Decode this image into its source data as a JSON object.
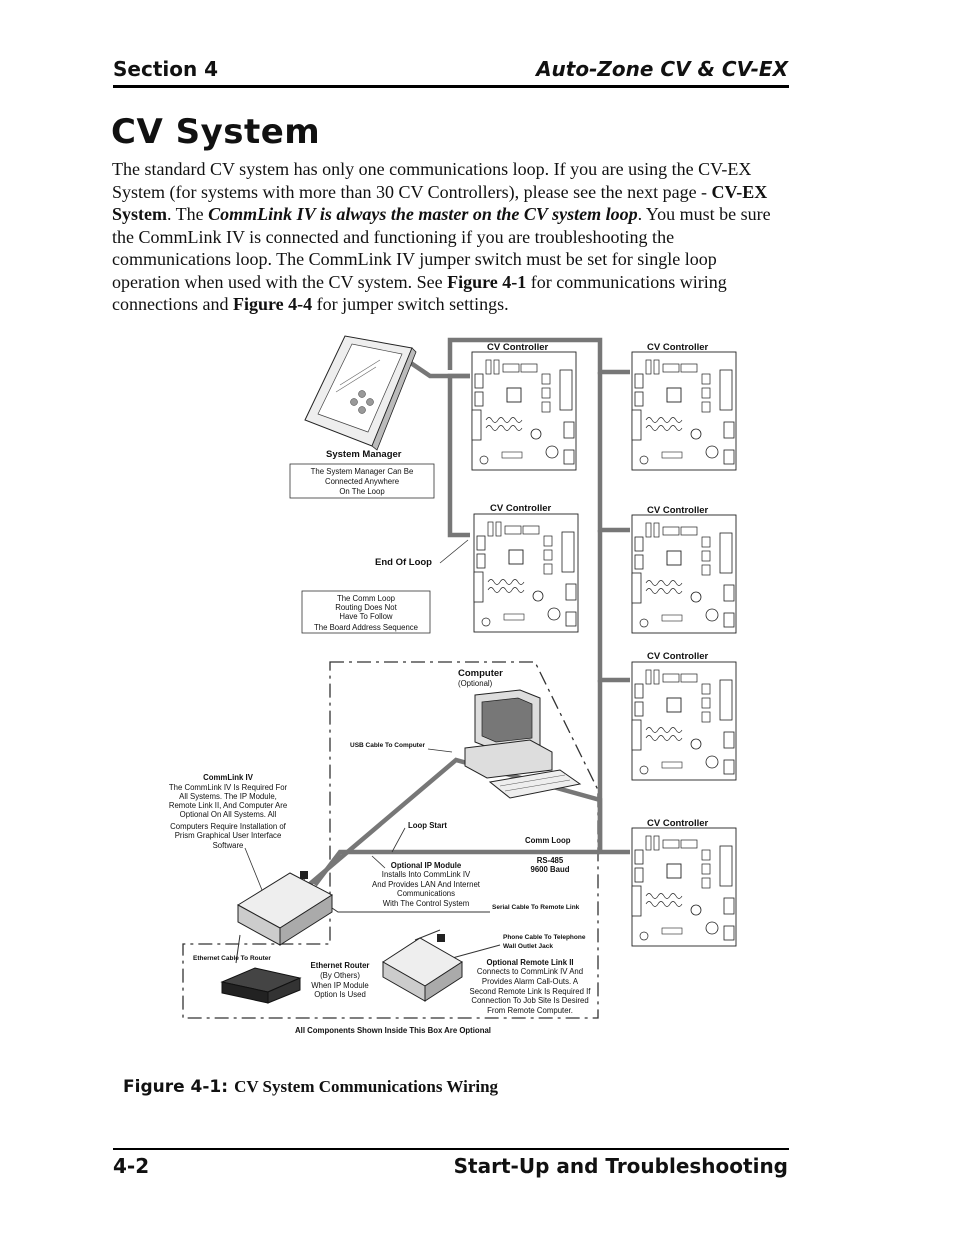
{
  "header": {
    "section": "Section 4",
    "product": "Auto-Zone CV & CV-EX"
  },
  "title": "CV System",
  "paragraph": {
    "p1": "The standard CV system has only one communications loop. If you are using the CV-EX System (for systems with more than 30 CV Controllers), please see the next page - ",
    "b1": "CV-EX System",
    "p2": ". The ",
    "bi1": "CommLink IV is always the master on the CV system loop",
    "p3": ". You must be sure the CommLink IV is connected and functioning if you are troubleshooting the communications loop. The CommLink IV jumper switch must be set for single loop operation when used with the CV system. See ",
    "b2": "Figure 4-1",
    "p4": " for communications wiring connections and ",
    "b3": "Figure 4-4",
    "p5": " for jumper switch settings."
  },
  "diagram": {
    "controllers": [
      "CV Controller",
      "CV Controller",
      "CV Controller",
      "CV Controller",
      "CV Controller",
      "CV Controller"
    ],
    "system_manager": "System Manager",
    "system_manager_note": [
      "The System Manager Can Be",
      "Connected Anywhere",
      "On The Loop"
    ],
    "end_of_loop": "End Of Loop",
    "routing_note": [
      "The Comm Loop",
      "Routing Does Not",
      "Have To Follow",
      "The Board Address Sequence"
    ],
    "computer": "Computer",
    "computer_optional": "(Optional)",
    "usb_cable": "USB Cable To Computer",
    "commlink_title": "CommLink IV",
    "commlink_desc": [
      "The CommLink IV Is Required For",
      "All Systems. The IP Module,",
      "Remote Link II, And Computer Are",
      "Optional On All Systems. All",
      "Computers Require Installation of",
      "Prism Graphical User Interface",
      "Software"
    ],
    "loop_start": "Loop Start",
    "comm_loop": "Comm Loop",
    "rs485": [
      "RS-485",
      "9600 Baud"
    ],
    "ip_module_title": "Optional IP Module",
    "ip_module_desc": [
      "Installs Into CommLink IV",
      "And Provides LAN And Internet",
      "Communications",
      "With The Control System"
    ],
    "serial_cable": "Serial Cable To Remote Link",
    "phone_cable": [
      "Phone Cable To Telephone",
      "Wall Outlet Jack"
    ],
    "ethernet_cable": "Ethernet Cable To Router",
    "ethernet_router_title": "Ethernet Router",
    "ethernet_router_desc": [
      "(By Others)",
      "When IP Module",
      "Option Is Used"
    ],
    "remote_link_title": "Optional Remote Link II",
    "remote_link_desc": [
      "Connects to CommLink IV And",
      "Provides Alarm Call-Outs. A",
      "Second Remote Link Is Required If",
      "Connection To Job Site Is Desired",
      "From Remote Computer."
    ],
    "optional_box_note": "All Components Shown Inside This Box Are Optional"
  },
  "caption": {
    "number": "Figure 4-1:",
    "text": "CV System Communications Wiring"
  },
  "footer": {
    "page": "4-2",
    "chapter": "Start-Up and Troubleshooting"
  }
}
